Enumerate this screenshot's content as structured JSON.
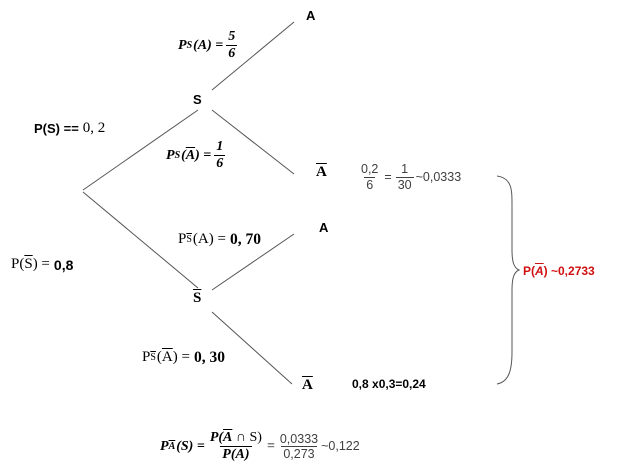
{
  "nodes": {
    "s": "S",
    "s_bar": "S",
    "a_top": "A",
    "a_bar_1": "A",
    "a_mid": "A",
    "a_bar_2": "A"
  },
  "branches": {
    "ps": {
      "label": "P(S) ==",
      "value": "0, 2"
    },
    "psbar": {
      "prefix": "P(",
      "letter": "S",
      "suffix": ") =",
      "value": "0,8"
    },
    "ps_a": {
      "lhs": "P",
      "sub": "S",
      "arg": "(A) =",
      "num": "5",
      "den": "6"
    },
    "ps_abar": {
      "lhs": "P",
      "sub": "S",
      "arg_open": "(",
      "arg": "A",
      "arg_close": ") =",
      "num": "1",
      "den": "6"
    },
    "psbar_a": {
      "lhs": "P",
      "sub": "S",
      "arg": "(A) =",
      "value": "0, 70"
    },
    "psbar_abar": {
      "lhs": "P",
      "sub": "S",
      "arg_open": "(",
      "arg": "A",
      "arg_close": ") =",
      "value": "0, 30"
    }
  },
  "calculations": {
    "first": {
      "num": "0,2",
      "den": "6",
      "eq": "=",
      "num2": "1",
      "den2": "30",
      "approx": "~0,0333"
    },
    "second": "0,8 x0,3=0,24",
    "total": {
      "prefix": "P(",
      "letter": "A",
      "suffix": ") ~0,2733"
    }
  },
  "bayes": {
    "lhs_p": "P",
    "lhs_sub": "A",
    "lhs_arg": "(S) =",
    "num_open": "P(",
    "num_letter": "A",
    "num_rest": " ∩ S)",
    "den_open": "P(",
    "den_letter": "A",
    "den_close": ")",
    "eq": "=",
    "num2": "0,0333",
    "den2": "0,273",
    "approx": "~0,122"
  },
  "colors": {
    "highlight": "#d01010",
    "lines": "#555555"
  }
}
